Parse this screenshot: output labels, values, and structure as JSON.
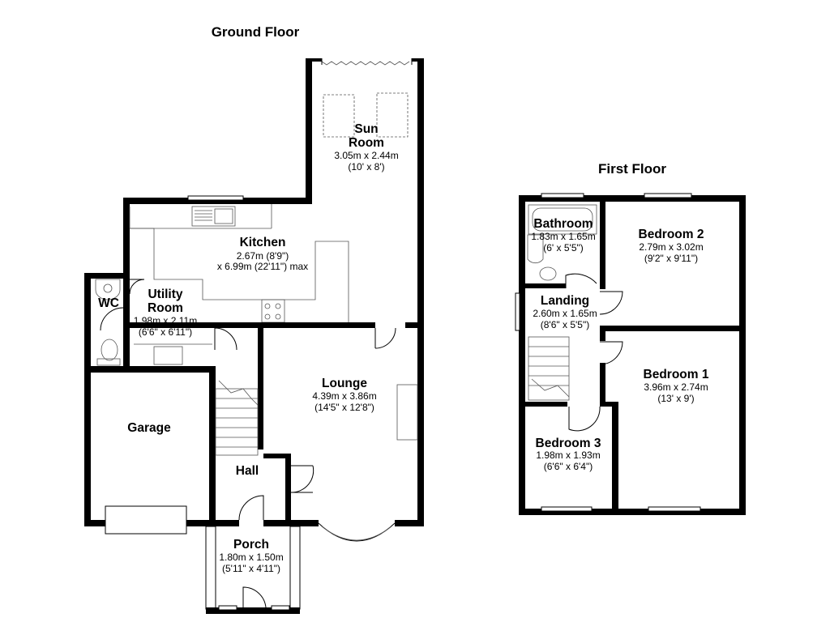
{
  "floors": {
    "ground": {
      "title": "Ground Floor"
    },
    "first": {
      "title": "First Floor"
    }
  },
  "rooms": {
    "sun_room": {
      "name_line1": "Sun",
      "name_line2": "Room",
      "dim_metric": "3.05m x 2.44m",
      "dim_imperial": "(10' x 8')"
    },
    "kitchen": {
      "name": "Kitchen",
      "dim_line1": "2.67m (8'9\")",
      "dim_line2": "x 6.99m (22'11\") max"
    },
    "wc": {
      "name": "WC"
    },
    "utility": {
      "name_line1": "Utility",
      "name_line2": "Room",
      "dim_metric": "1.98m x 2.11m",
      "dim_imperial": "(6'6\" x 6'11\")"
    },
    "garage": {
      "name": "Garage"
    },
    "lounge": {
      "name": "Lounge",
      "dim_metric": "4.39m x 3.86m",
      "dim_imperial": "(14'5\" x 12'8\")"
    },
    "hall": {
      "name": "Hall"
    },
    "porch": {
      "name": "Porch",
      "dim_metric": "1.80m x 1.50m",
      "dim_imperial": "(5'11\" x 4'11\")"
    },
    "bathroom": {
      "name": "Bathroom",
      "dim_metric": "1.83m x 1.65m",
      "dim_imperial": "(6' x 5'5\")"
    },
    "bedroom2": {
      "name": "Bedroom 2",
      "dim_metric": "2.79m x 3.02m",
      "dim_imperial": "(9'2\" x 9'11\")"
    },
    "landing": {
      "name": "Landing",
      "dim_metric": "2.60m x 1.65m",
      "dim_imperial": "(8'6\" x 5'5\")"
    },
    "bedroom1": {
      "name": "Bedroom 1",
      "dim_metric": "3.96m x 2.74m",
      "dim_imperial": "(13' x 9')"
    },
    "bedroom3": {
      "name": "Bedroom 3",
      "dim_metric": "1.98m x 1.93m",
      "dim_imperial": "(6'6\" x 6'4\")"
    }
  }
}
